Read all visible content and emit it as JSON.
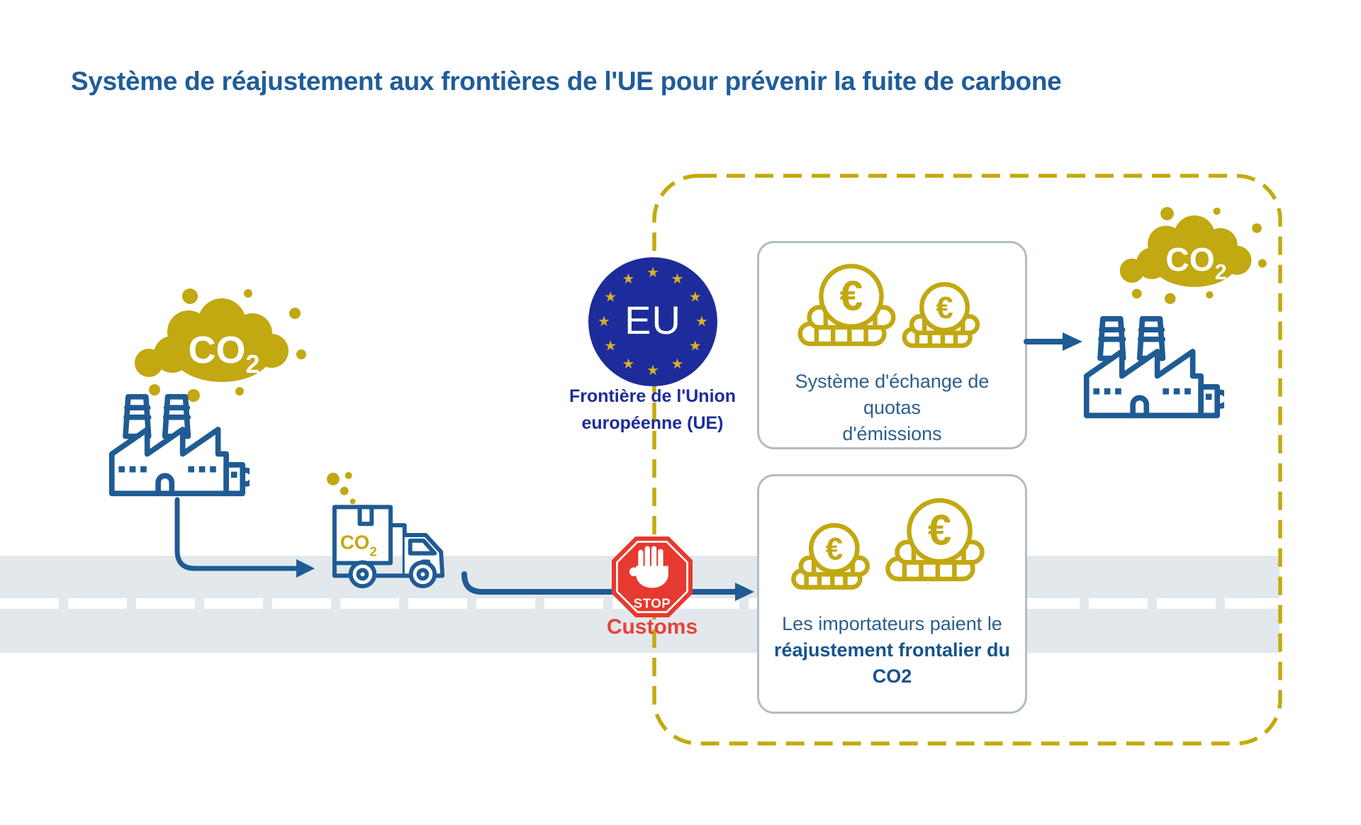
{
  "title": "Système de réajustement aux frontières de l'UE pour prévenir la fuite de carbone",
  "colors": {
    "title_blue": "#1f5c99",
    "icon_blue": "#1f5b94",
    "eu_navy": "#1d2c9a",
    "star_gold": "#d9b027",
    "co2_gold": "#c2a811",
    "stop_red": "#e6392f",
    "customs_red": "#e8403a",
    "road_gray": "#e2e8ec",
    "box_border_gray": "#b2bcc4",
    "box_text_blue": "#2a5f8e"
  },
  "eu_badge": {
    "label": "EU",
    "caption_line1": "Frontière de l'Union",
    "caption_line2": "européenne (UE)"
  },
  "customs": {
    "stop_label": "STOP",
    "caption": "Customs"
  },
  "ets_box": {
    "line1": "Système d'échange de quotas",
    "line2": "d'émissions"
  },
  "cbam_box": {
    "line1": "Les importateurs paient le",
    "line2": "réajustement frontalier du",
    "line3": "CO2"
  },
  "emission": {
    "co": "CO",
    "subscript": "2"
  },
  "currency": {
    "euro": "€"
  }
}
